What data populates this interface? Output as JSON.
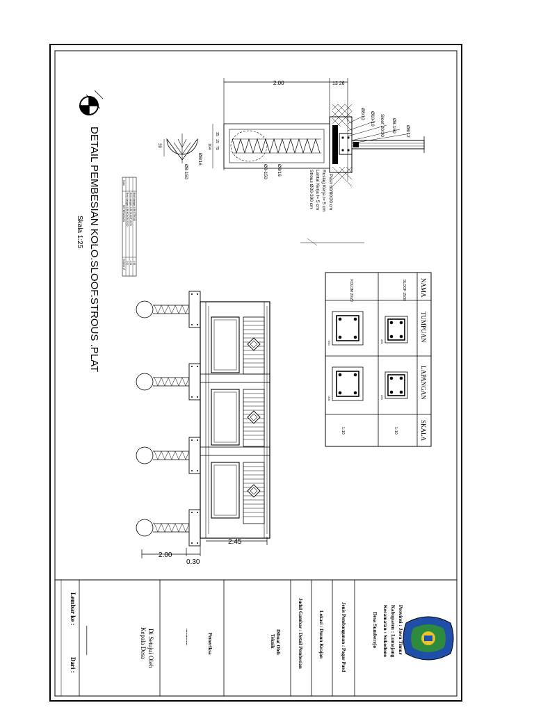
{
  "drawing": {
    "title": "DETAIL PEMBESIAN KOLO.SLOOF.STROUS .PLAT",
    "scale": "Skala    1:25"
  },
  "section": {
    "dims": {
      "top_width": "2.00",
      "top_right": "13  26",
      "d_35": "35",
      "d_15": "15",
      "d_75": "75",
      "d_104": "104",
      "stirrup_a": "Ø8-150",
      "bar_a": "Ø8/16",
      "bar_b": "Ø8/16",
      "stirrup_b": "Ø8-150",
      "d_39": "39"
    },
    "callouts": [
      "Ø8/12",
      "Ø8-150",
      "Sloof 20/30",
      "Ø10-10",
      "Ø8/10"
    ],
    "notes": [
      "Pasir 60/80/20 cm",
      "Ruslag Kerja t= 5 cm",
      "Lantai Kerja t= 5 cm",
      "Strous Ø30-300 cm"
    ]
  },
  "legend": {
    "header": [
      "Kode",
      "KETERANGAN",
      "TINGGI M"
    ],
    "rows": [
      [
        "",
        "Besi tulangan 4 Ø8 KOLOM 20/20",
        "2.00"
      ],
      [
        "",
        "Besi tulangan 4 Ø8 SLOOF 20/30",
        "2.00"
      ],
      [
        "",
        "Besi tulangan 4 Ø8 STROUS",
        "2.30"
      ]
    ]
  },
  "schedule": {
    "headers": [
      "NAMA",
      "TUMPUAN",
      "LAPANGAN",
      "SKALA"
    ],
    "rows": [
      {
        "name": "SLOOF 15/30",
        "scale": "1:10"
      },
      {
        "name": "KOLOM 20/20",
        "scale": "1:10"
      }
    ],
    "sec_labels": [
      "200",
      "200",
      "200",
      "200"
    ]
  },
  "elevation": {
    "dim_post_span": "2.00",
    "dim_post_width": "0.30",
    "dim_panel": "2.45"
  },
  "titleblock": {
    "province": "Provinsi    : Jawa Timur",
    "regency": "Kabupaten  : Lumajang",
    "district": "Kecamatan  : Sukodono",
    "village": "Desa Sumberejo",
    "job": "Jenis Pembangunan : Pagar Pusd",
    "location": "Lokasi : Dusun Krajan",
    "drawing_title": "Judul Gambar : Detail Pembesian",
    "made_by": "Dibuat Oleh",
    "made_by_name": "Teknik",
    "approver_role": "Pemeriksa",
    "approver_name": "..............",
    "approved_by": "Di Setujui Oleh",
    "village_head": "Kepala Desa",
    "approver_line": ".....................",
    "sheet_no": "Lembar ke :",
    "sheet_of": "Dari :"
  },
  "colors": {
    "line": "#000000",
    "logo_blue": "#1f4fa8",
    "logo_green": "#2e8b3e",
    "logo_yellow": "#e8c42a"
  }
}
